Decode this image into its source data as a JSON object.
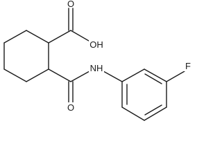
{
  "molecule": {
    "atom_labels": {
      "oh": "OH",
      "carboxyl_o": "O",
      "amide_o": "O",
      "nh": "NH",
      "fluorine": "F"
    }
  }
}
